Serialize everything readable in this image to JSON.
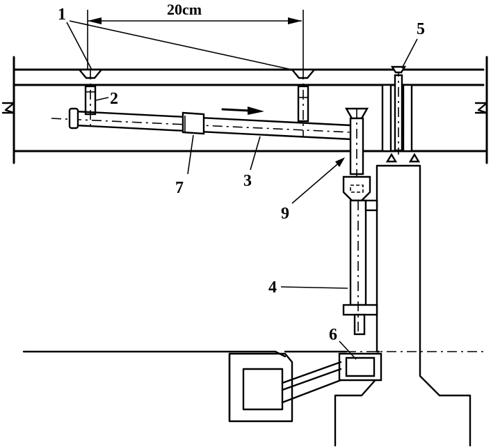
{
  "diagram": {
    "dimension_label": "20cm",
    "labels": {
      "l1": "1",
      "l2": "2",
      "l3": "3",
      "l4": "4",
      "l5": "5",
      "l6": "6",
      "l7": "7",
      "l9": "9"
    }
  }
}
